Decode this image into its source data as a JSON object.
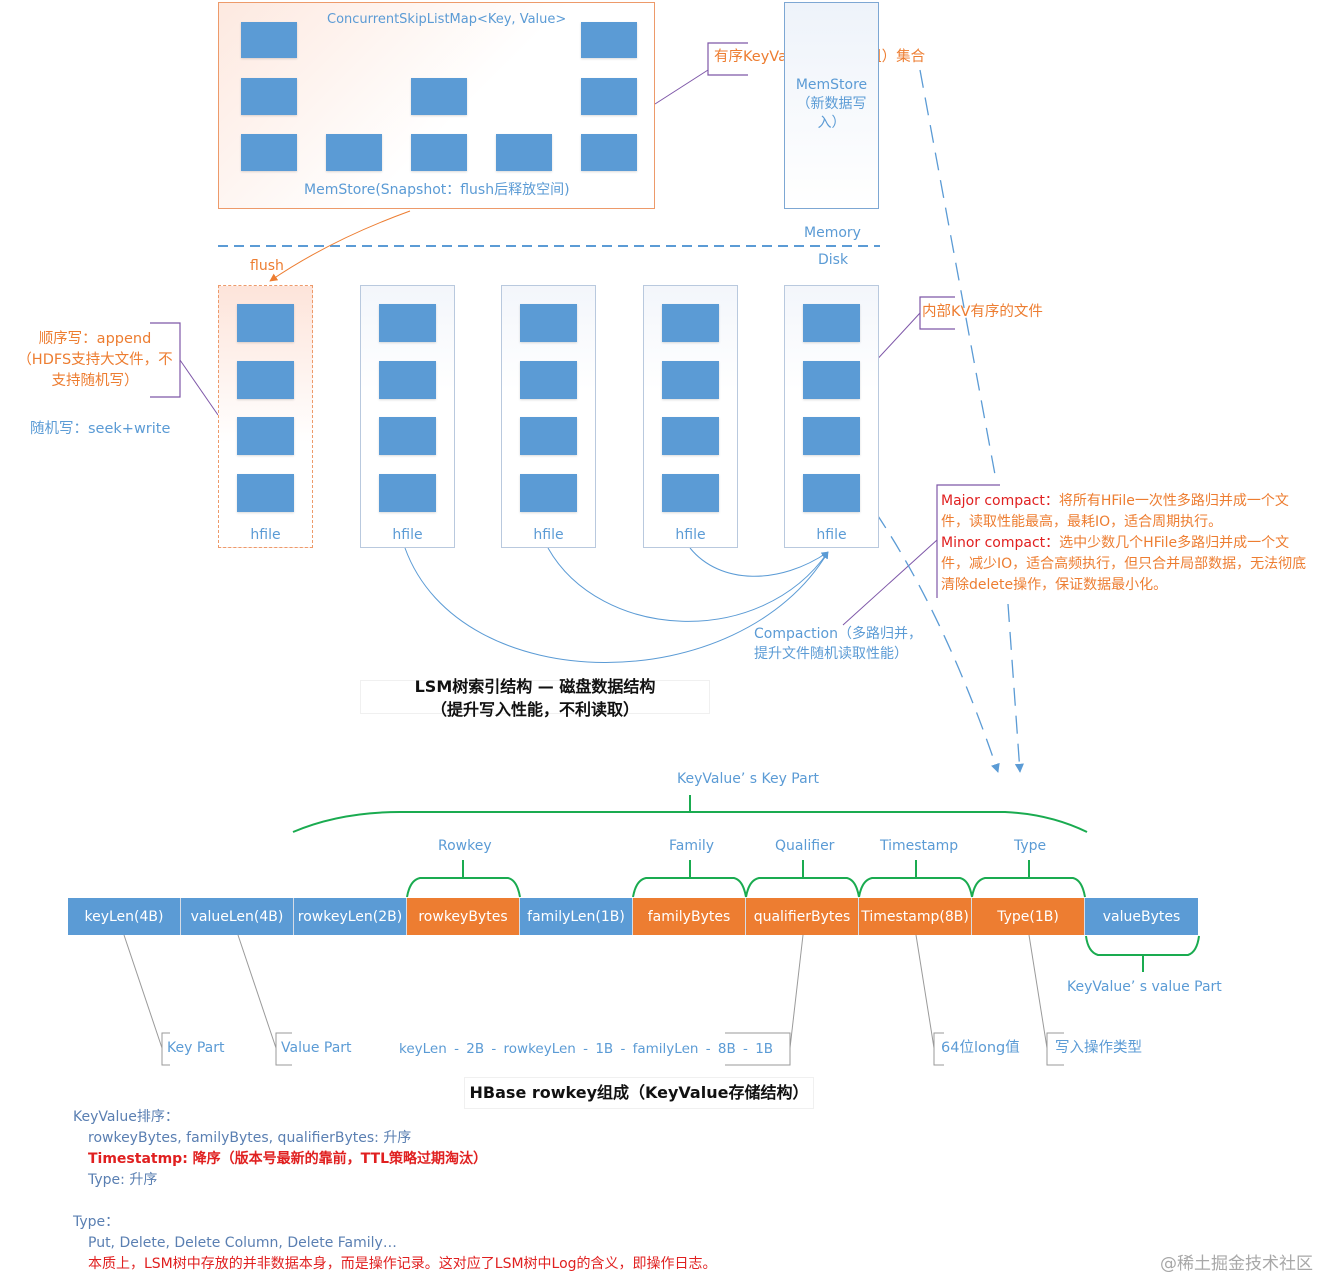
{
  "memstore": {
    "skiplist_label": "ConcurrentSkipListMap<Key, Value>",
    "snapshot_label": "MemStore(Snapshot：flush后释放空间)",
    "ordered_kv_note": "有序KeyValue（字节数组）集合",
    "new_memstore_label": "MemStore\n（新数据写\n入）",
    "new_memstore_lines": [
      "MemStore",
      "（新数据写",
      "入）"
    ]
  },
  "divider": {
    "memory_label": "Memory",
    "disk_label": "Disk"
  },
  "flush_label": "flush",
  "write_notes": {
    "sequential_lines": [
      "顺序写：append",
      "（HDFS支持大文件，不",
      "支持随机写）"
    ],
    "random": "随机写：seek+write"
  },
  "hfiles": [
    {
      "label": "hfile",
      "state": "flushed-new"
    },
    {
      "label": "hfile",
      "state": "existing"
    },
    {
      "label": "hfile",
      "state": "existing"
    },
    {
      "label": "hfile",
      "state": "existing"
    },
    {
      "label": "hfile",
      "state": "existing"
    }
  ],
  "hfile_note": "内部KV有序的文件",
  "compaction": {
    "label_lines": [
      "Compaction（多路归并，",
      "提升文件随机读取性能）"
    ],
    "major_title": "Major compact：",
    "major_text": "将所有HFile一次性多路归并成一个文件，读取性能最高，最耗IO，适合周期执行。",
    "minor_title": "Minor compact：",
    "minor_text": "选中少数几个HFile多路归并成一个文件，减少IO，适合高频执行，但只合并局部数据，无法彻底清除delete操作，保证数据最小化。"
  },
  "lsm_title_lines": [
    "LSM树索引结构 — 磁盘数据结构",
    "（提升写入性能，不利读取）"
  ],
  "keyvalue": {
    "key_part_label": "KeyValue’ s Key Part",
    "value_part_label": "KeyValue’ s value Part",
    "group_labels": {
      "rowkey": "Rowkey",
      "family": "Family",
      "qualifier": "Qualifier",
      "timestamp": "Timestamp",
      "type": "Type"
    },
    "segments": [
      {
        "label": "keyLen(4B)",
        "color": "#5b9bd5"
      },
      {
        "label": "valueLen(4B)",
        "color": "#5b9bd5"
      },
      {
        "label": "rowkeyLen(2B)",
        "color": "#5b9bd5"
      },
      {
        "label": "rowkeyBytes",
        "color": "#ed7d31"
      },
      {
        "label": "familyLen(1B)",
        "color": "#5b9bd5"
      },
      {
        "label": "familyBytes",
        "color": "#ed7d31"
      },
      {
        "label": "qualifierBytes",
        "color": "#ed7d31"
      },
      {
        "label": "Timestamp(8B)",
        "color": "#ed7d31"
      },
      {
        "label": "Type(1B)",
        "color": "#ed7d31"
      },
      {
        "label": "valueBytes",
        "color": "#5b9bd5"
      }
    ],
    "callouts": {
      "key_part": "Key Part",
      "value_part": "Value Part",
      "qualifier_len_formula": "keyLen - 2B - rowkeyLen - 1B - familyLen - 8B - 1B",
      "timestamp_desc": "64位long值",
      "type_desc": "写入操作类型"
    },
    "title": "HBase rowkey组成（KeyValue存储结构）"
  },
  "notes": {
    "sort_heading": "KeyValue排序：",
    "sort_asc": "rowkeyBytes, familyBytes, qualifierBytes: 升序",
    "sort_ts": "Timestatmp: 降序（版本号最新的靠前，TTL策略过期淘汰）",
    "sort_type": "Type: 升序",
    "type_heading": "Type：",
    "type_values": "Put, Delete, Delete Column, Delete Family…",
    "type_essence": "本质上，LSM树中存放的并非数据本身，而是操作记录。这对应了LSM树中Log的含义，即操作日志。"
  },
  "colors": {
    "blue": "#5b9bd5",
    "orange": "#ed7d31",
    "green": "#1aab50",
    "purple": "#7e57a8",
    "red": "#e02020"
  },
  "watermark": "@稀土掘金技术社区"
}
